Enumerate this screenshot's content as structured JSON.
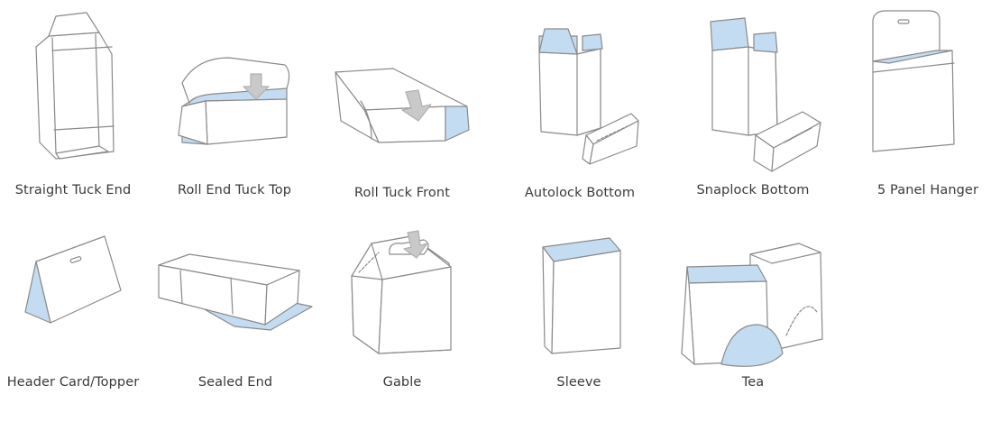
{
  "colors": {
    "outline": "#8a8a8a",
    "fill": "#ffffff",
    "accent": "#c4dcf2",
    "arrow": "#c9c9c9",
    "text": "#3a3a3a"
  },
  "box_styles": [
    {
      "label": "Straight Tuck End"
    },
    {
      "label": "Roll End Tuck Top"
    },
    {
      "label": "Roll Tuck Front"
    },
    {
      "label": "Autolock Bottom"
    },
    {
      "label": "Snaplock Bottom"
    },
    {
      "label": "5 Panel Hanger"
    },
    {
      "label": "Header Card/Topper"
    },
    {
      "label": "Sealed End"
    },
    {
      "label": "Gable"
    },
    {
      "label": "Sleeve"
    },
    {
      "label": "Tea"
    }
  ]
}
